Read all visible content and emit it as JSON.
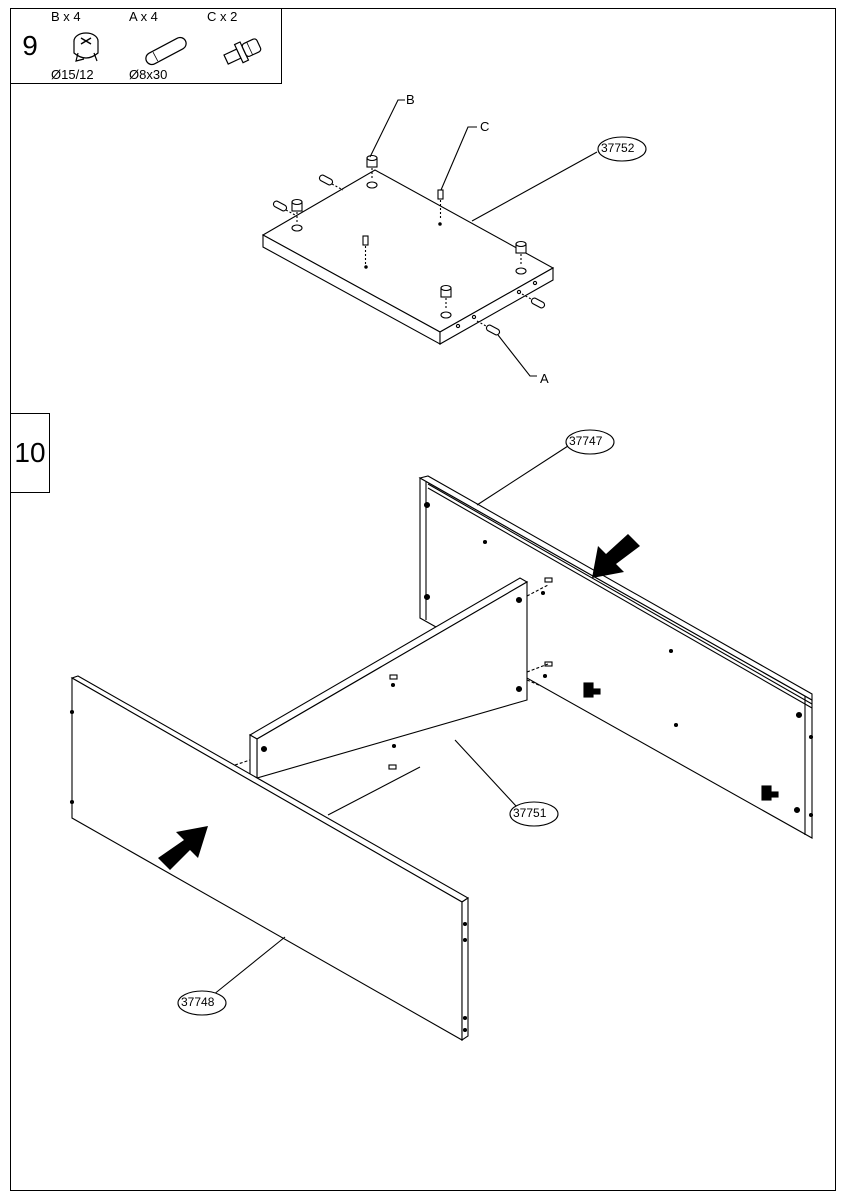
{
  "steps": [
    {
      "number": "9"
    },
    {
      "number": "10"
    }
  ],
  "hardware": [
    {
      "id": "B",
      "qty": "B x 4",
      "size": "Ø15/12",
      "icon": "cam-lock-icon"
    },
    {
      "id": "A",
      "qty": "A x 4",
      "size": "Ø8x30",
      "icon": "dowel-icon"
    },
    {
      "id": "C",
      "qty": "C x 2",
      "size": "",
      "icon": "cam-bolt-icon"
    }
  ],
  "step9": {
    "part_number": "37752",
    "letters": {
      "b": "B",
      "c": "C",
      "a": "A"
    }
  },
  "step10": {
    "parts": {
      "back": "37747",
      "divider": "37751",
      "front": "37748"
    }
  }
}
